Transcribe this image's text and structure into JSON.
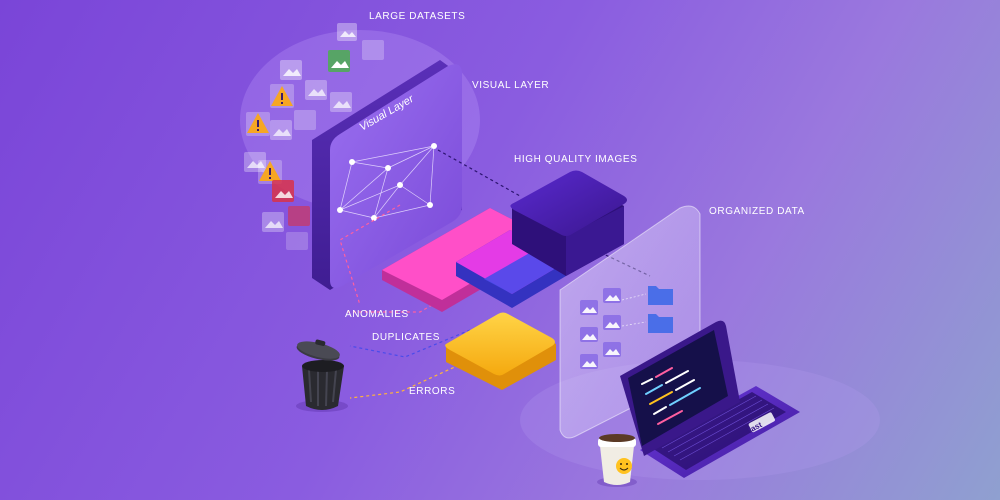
{
  "labels": {
    "large_datasets": "LARGE DATASETS",
    "visual_layer": "VISUAL LAYER",
    "high_quality_images": "HIGH QUALITY IMAGES",
    "organized_data": "ORGANIZED DATA",
    "anomalies": "ANOMALIES",
    "duplicates": "DUPLICATES",
    "errors": "ERRORS"
  },
  "panel_title": "Visual Layer",
  "laptop_logo": "fast",
  "colors": {
    "background": "#8a5ce0",
    "panel": "#8e62e8",
    "pink": "#ff4fc8",
    "magenta": "#e43be6",
    "blue": "#4a4bea",
    "dark_purple": "#4a1fa8",
    "yellow": "#ffc21f",
    "warning": "#f6a623",
    "error_red": "#d8324a",
    "ok_green": "#4caf50"
  }
}
